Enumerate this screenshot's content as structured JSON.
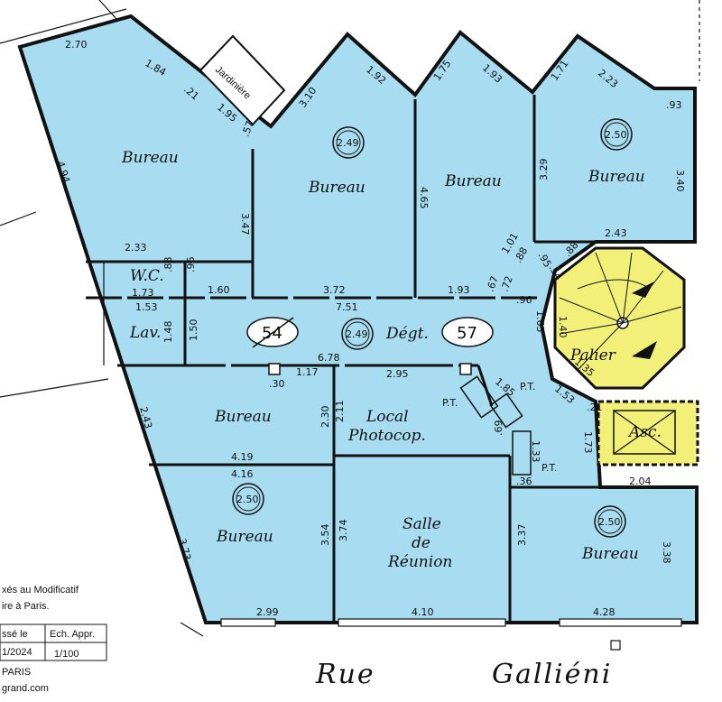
{
  "rooms": {
    "bureau_nw": "Bureau",
    "bureau_2": "Bureau",
    "bureau_3": "Bureau",
    "bureau_4": "Bureau",
    "wc": "W.C.",
    "lav": "Lav.",
    "degt": "Dégt.",
    "palier": "Palier",
    "asc": "Asc.",
    "bureau_mid": "Bureau",
    "local_1": "Local",
    "local_2": "Photocop.",
    "bureau_sw": "Bureau",
    "salle_1": "Salle",
    "salle_2": "de",
    "salle_3": "Réunion",
    "bureau_se": "Bureau",
    "jardiniere": "Jardinière"
  },
  "badges": {
    "b1": "2.49",
    "b2": "2.50",
    "b3": "2.49",
    "b4": "2.50",
    "b5": "2.50",
    "lot_old": "54",
    "lot_new": "57"
  },
  "dimensions": {
    "d270": "2.70",
    "d184": "1.84",
    "d21a": ".21",
    "d195": "1.95",
    "d57": ".57",
    "d494": "4.94",
    "d310": "3.10",
    "d192": "1.92",
    "d175": "1.75",
    "d193a": "1.93",
    "d171": "1.71",
    "d223": "2.23",
    "d93": ".93",
    "d340": "3.40",
    "d329": "3.29",
    "d347": "3.47",
    "d465": "4.65",
    "d243a": "2.43",
    "d233": "2.33",
    "d88a": ".88",
    "d96a": ".96",
    "d173a": "1.73",
    "d160": "1.60",
    "d372": "3.72",
    "d193b": "1.93",
    "d67": ".67",
    "d72": ".72",
    "d96b": ".96",
    "d101": "1.01",
    "d88b": ".88",
    "d95": ".95",
    "d54": ".54",
    "d88c": ".88",
    "d153a": "1.53",
    "d148": "1.48",
    "d150": "1.50",
    "d751": "7.51",
    "d165": "1.65",
    "d140": "1.40",
    "d678": "6.78",
    "d117": "1.17",
    "d30": ".30",
    "d295": "2.95",
    "d185": "1.85",
    "d135": "1.35",
    "d153b": "1.53",
    "d21b": ".21",
    "d173b": "1.73",
    "d243b": "2.43",
    "d230": "2.30",
    "d211": "2.11",
    "d69": ".69",
    "d133": "1.33",
    "d36": ".36",
    "d419": "4.19",
    "d416": "4.16",
    "d204": "2.04",
    "d373": "3.73",
    "d354": "3.54",
    "d374": "3.74",
    "d337": "3.37",
    "d338": "3.38",
    "d299": "2.99",
    "d410": "4.10",
    "d428": "4.28",
    "pt1": "P.T.",
    "pt2": "P.T.",
    "pt3": "P.T."
  },
  "notes": {
    "line1": "xés au Modificatif",
    "line2": "ire à Paris.",
    "col1": "ssé le",
    "col2": "Ech. Appr.",
    "date": "1/2024",
    "scale": "1/100",
    "city": "PARIS",
    "web": "grand.com"
  },
  "street": {
    "word1": "Rue",
    "word2": "Galliéni"
  },
  "colors": {
    "room_fill": "#a7dcf1",
    "stair_fill": "#f3f07a",
    "wall": "#111111"
  }
}
